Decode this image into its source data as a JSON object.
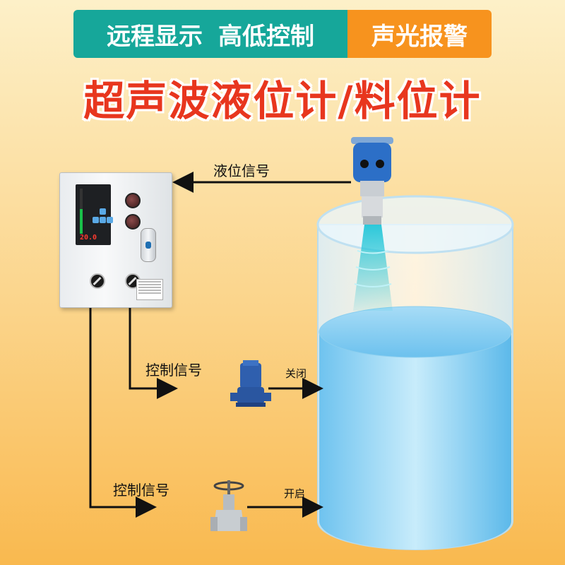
{
  "banner": {
    "left_items": [
      "远程显示",
      "高低控制"
    ],
    "right_item": "声光报警"
  },
  "title": "超声波液位计/料位计",
  "labels": {
    "level_signal": "液位信号",
    "control_signal_1": "控制信号",
    "control_signal_2": "控制信号",
    "close": "关闭",
    "open": "开启"
  },
  "panel": {
    "readout": "20.0",
    "bar_level_fraction": 0.55
  },
  "colors": {
    "banner_teal": "#16a79a",
    "banner_orange": "#f7931e",
    "title_red": "#e8361e",
    "water_blue": "#9fd6f4",
    "sensor_blue": "#2c6fc7"
  },
  "icons": [
    "ultrasonic-sensor-icon",
    "control-panel-icon",
    "pump-icon",
    "gate-valve-icon",
    "tank-icon"
  ]
}
